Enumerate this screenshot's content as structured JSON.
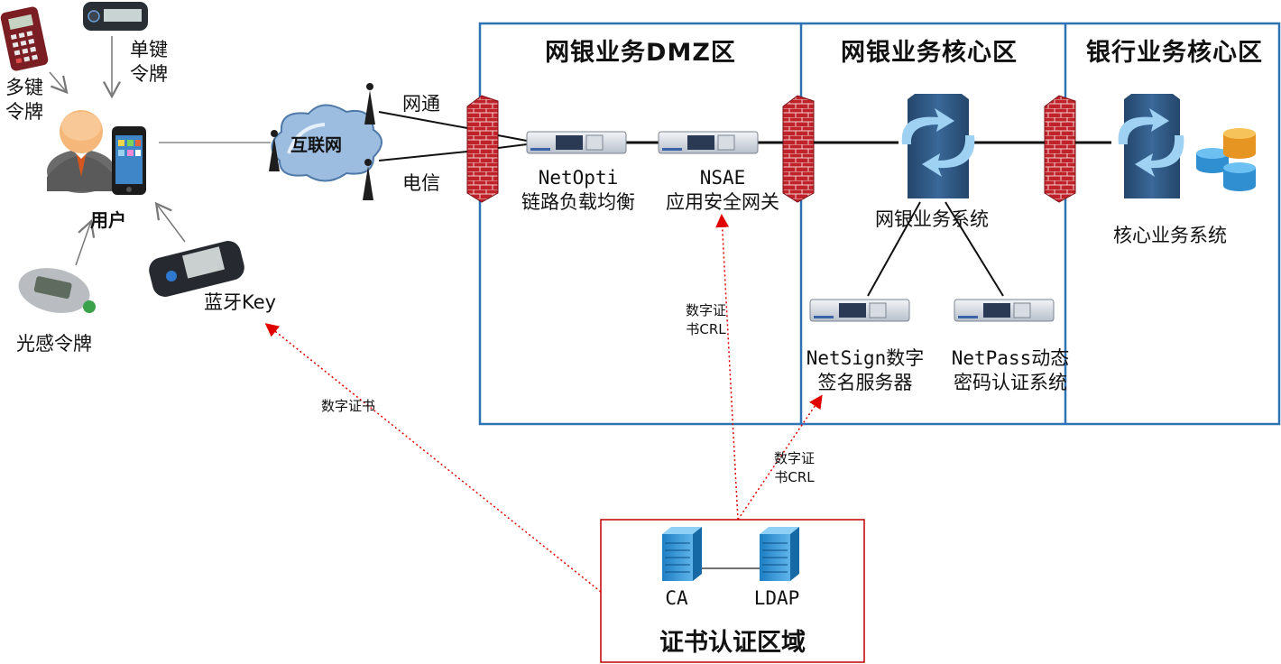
{
  "zones": {
    "dmz": "网银业务DMZ区",
    "netbank_core": "网银业务核心区",
    "bank_core": "银行业务核心区",
    "cert_area": "证书认证区域"
  },
  "user": {
    "label": "用户",
    "multi_key_token": "多键\n令牌",
    "single_key_token": "单键\n令牌",
    "optical_token": "光感令牌",
    "bluetooth_key": "蓝牙Key"
  },
  "internet": {
    "label": "互联网",
    "isp_top": "网通",
    "isp_bottom": "电信"
  },
  "devices": {
    "netopti": "NetOpti\n链路负载均衡",
    "nsae": "NSAE\n应用安全网关",
    "netbank_system": "网银业务系统",
    "core_system": "核心业务系统",
    "netsign": "NetSign数字\n签名服务器",
    "netpass": "NetPass动态\n密码认证系统",
    "ca": "CA",
    "ldap": "LDAP"
  },
  "flows": {
    "to_bluetooth": "数字证书",
    "to_nsae": "数字证\n书CRL",
    "to_netsign": "数字证\n书CRL"
  },
  "colors": {
    "zone_border": "#2e74b5",
    "cert_border": "#c00000",
    "dotted_arrow": "#e00000",
    "firewall": "#c0222a",
    "switch_blue": "#2f5d8a",
    "cloud": "#8fb3d9"
  }
}
